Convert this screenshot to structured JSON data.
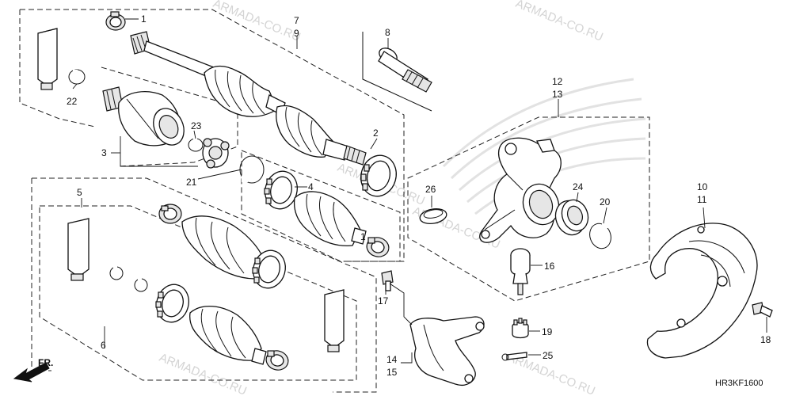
{
  "watermark": "ARMADA-CO.RU",
  "diagram_code": "HR3KF1600",
  "direction_label": "FR.",
  "callouts": [
    {
      "id": "c1a",
      "text": "1"
    },
    {
      "id": "c7",
      "text": "7"
    },
    {
      "id": "c9",
      "text": "9"
    },
    {
      "id": "c8",
      "text": "8"
    },
    {
      "id": "c22",
      "text": "22"
    },
    {
      "id": "c23",
      "text": "23"
    },
    {
      "id": "c3",
      "text": "3"
    },
    {
      "id": "c2",
      "text": "2"
    },
    {
      "id": "c21",
      "text": "21"
    },
    {
      "id": "c4",
      "text": "4"
    },
    {
      "id": "c1b",
      "text": "1"
    },
    {
      "id": "c5",
      "text": "5"
    },
    {
      "id": "c6",
      "text": "6"
    },
    {
      "id": "c12",
      "text": "12"
    },
    {
      "id": "c13",
      "text": "13"
    },
    {
      "id": "c26",
      "text": "26"
    },
    {
      "id": "c24",
      "text": "24"
    },
    {
      "id": "c20",
      "text": "20"
    },
    {
      "id": "c16",
      "text": "16"
    },
    {
      "id": "c17",
      "text": "17"
    },
    {
      "id": "c19",
      "text": "19"
    },
    {
      "id": "c25",
      "text": "25"
    },
    {
      "id": "c14",
      "text": "14"
    },
    {
      "id": "c15",
      "text": "15"
    },
    {
      "id": "c10",
      "text": "10"
    },
    {
      "id": "c11",
      "text": "11"
    },
    {
      "id": "c18",
      "text": "18"
    }
  ]
}
